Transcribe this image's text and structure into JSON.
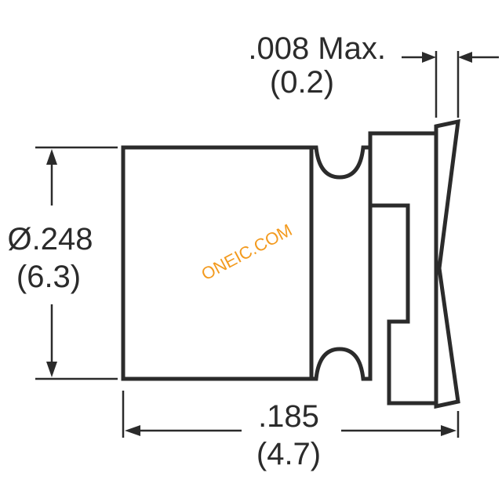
{
  "dimensions": {
    "terminal_thickness": {
      "inch": ".008 Max.",
      "mm": "(0.2)"
    },
    "diameter": {
      "inch": "Ø.248",
      "mm": "(6.3)"
    },
    "height": {
      "inch": ".185",
      "mm": "(4.7)"
    }
  },
  "watermark": "ONEIC.COM",
  "colors": {
    "line": "#2b2b2b",
    "background": "#ffffff",
    "watermark": "#f39a1e"
  }
}
